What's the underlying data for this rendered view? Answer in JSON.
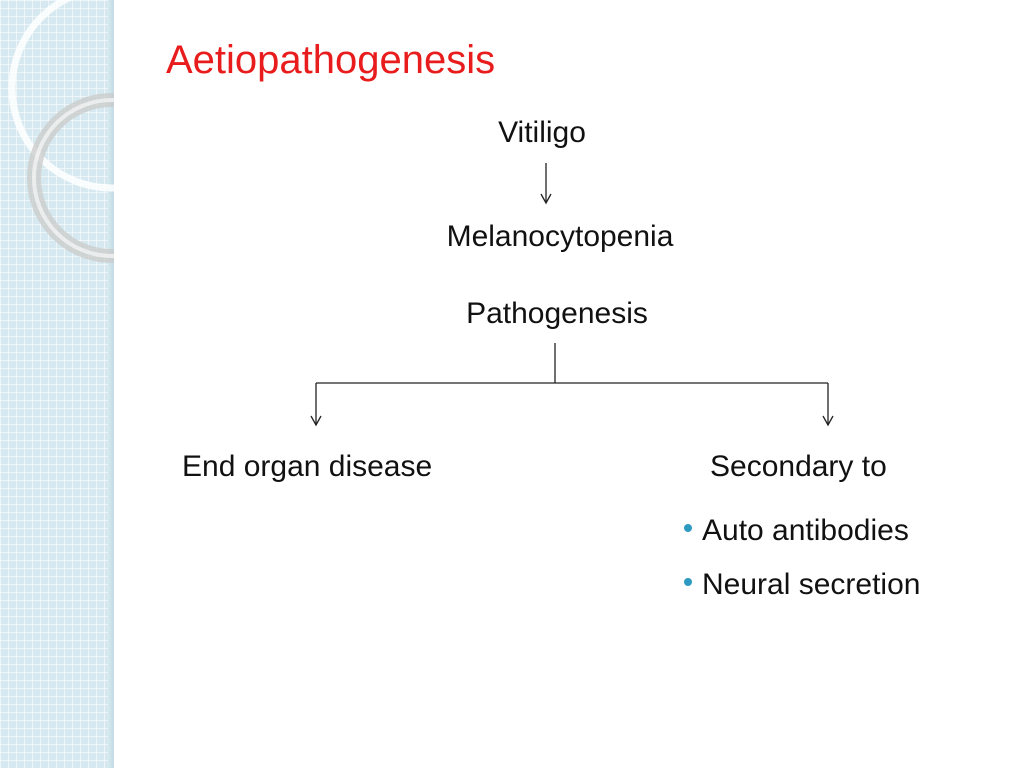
{
  "slide": {
    "title": "Aetiopathogenesis",
    "colors": {
      "title": "#e81c1c",
      "accent": "#2e9ac2",
      "side_panel": "#d7e9f0",
      "text": "#111111"
    }
  },
  "diagram": {
    "root": "Vitiligo",
    "consequence": "Melanocytopenia",
    "branch_header": "Pathogenesis",
    "branches": {
      "left": {
        "label": "End organ disease"
      },
      "right": {
        "label": "Secondary to",
        "items": [
          "Auto antibodies",
          "Neural secretion"
        ]
      }
    }
  }
}
